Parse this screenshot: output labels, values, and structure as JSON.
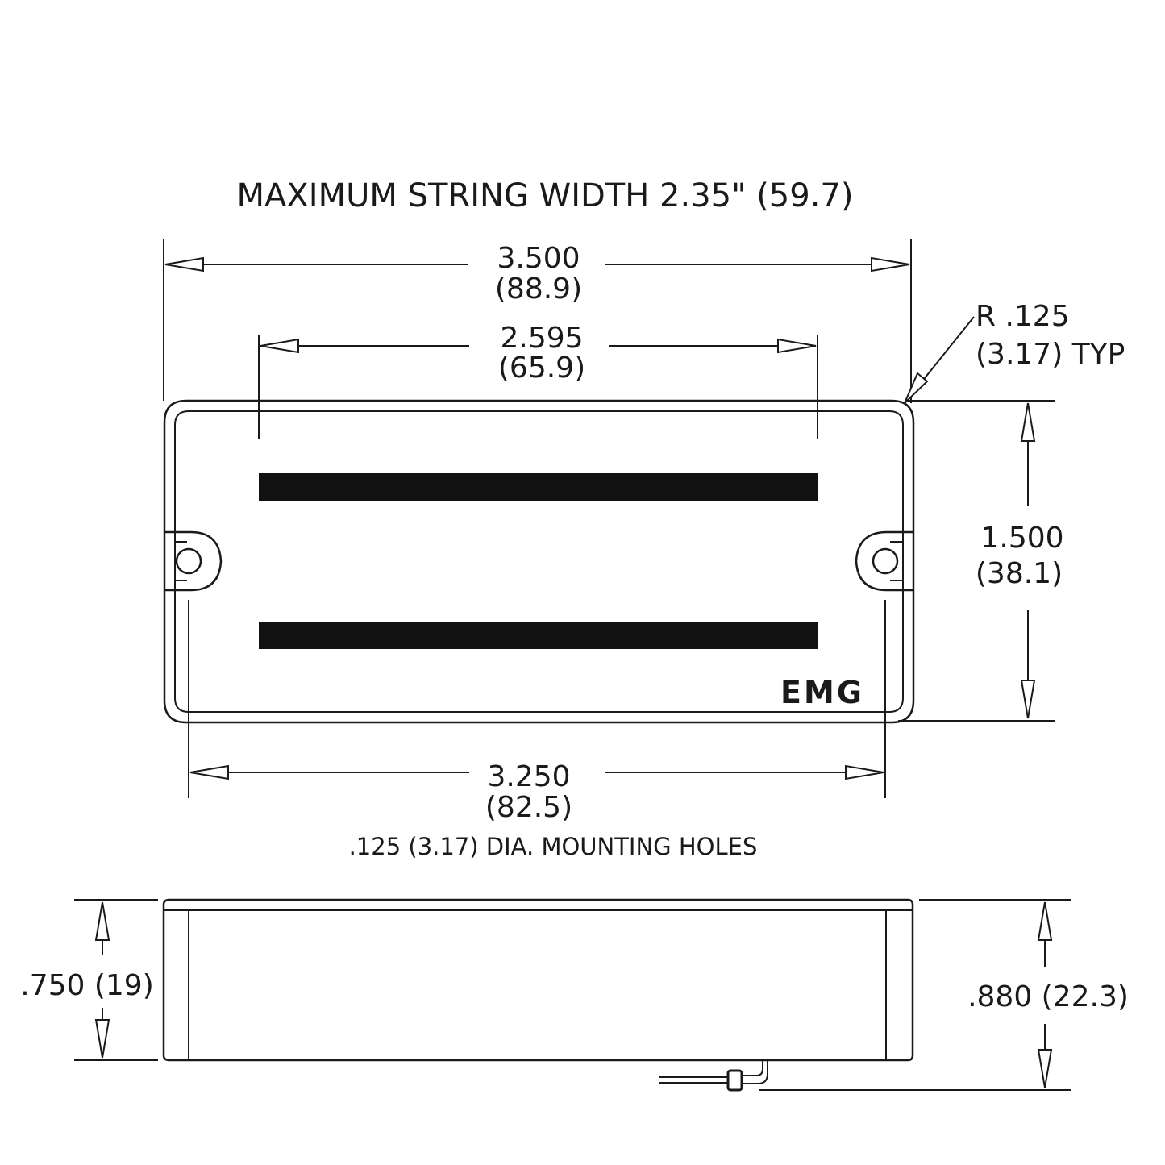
{
  "title": "MAXIMUM STRING WIDTH 2.35\" (59.7)",
  "dimensions": {
    "overall_width": {
      "in": "3.500",
      "mm": "(88.9)"
    },
    "pole_spacing": {
      "in": "2.595",
      "mm": "(65.9)"
    },
    "corner_radius": {
      "line1": "R .125",
      "line2": "(3.17) TYP"
    },
    "height": {
      "in": "1.500",
      "mm": "(38.1)"
    },
    "hole_spacing": {
      "in": "3.250",
      "mm": "(82.5)"
    },
    "holes_note": ".125 (3.17) DIA. MOUNTING HOLES",
    "cover_depth": ".750 (19)",
    "total_depth": ".880 (22.3)"
  },
  "brand": "EMG"
}
